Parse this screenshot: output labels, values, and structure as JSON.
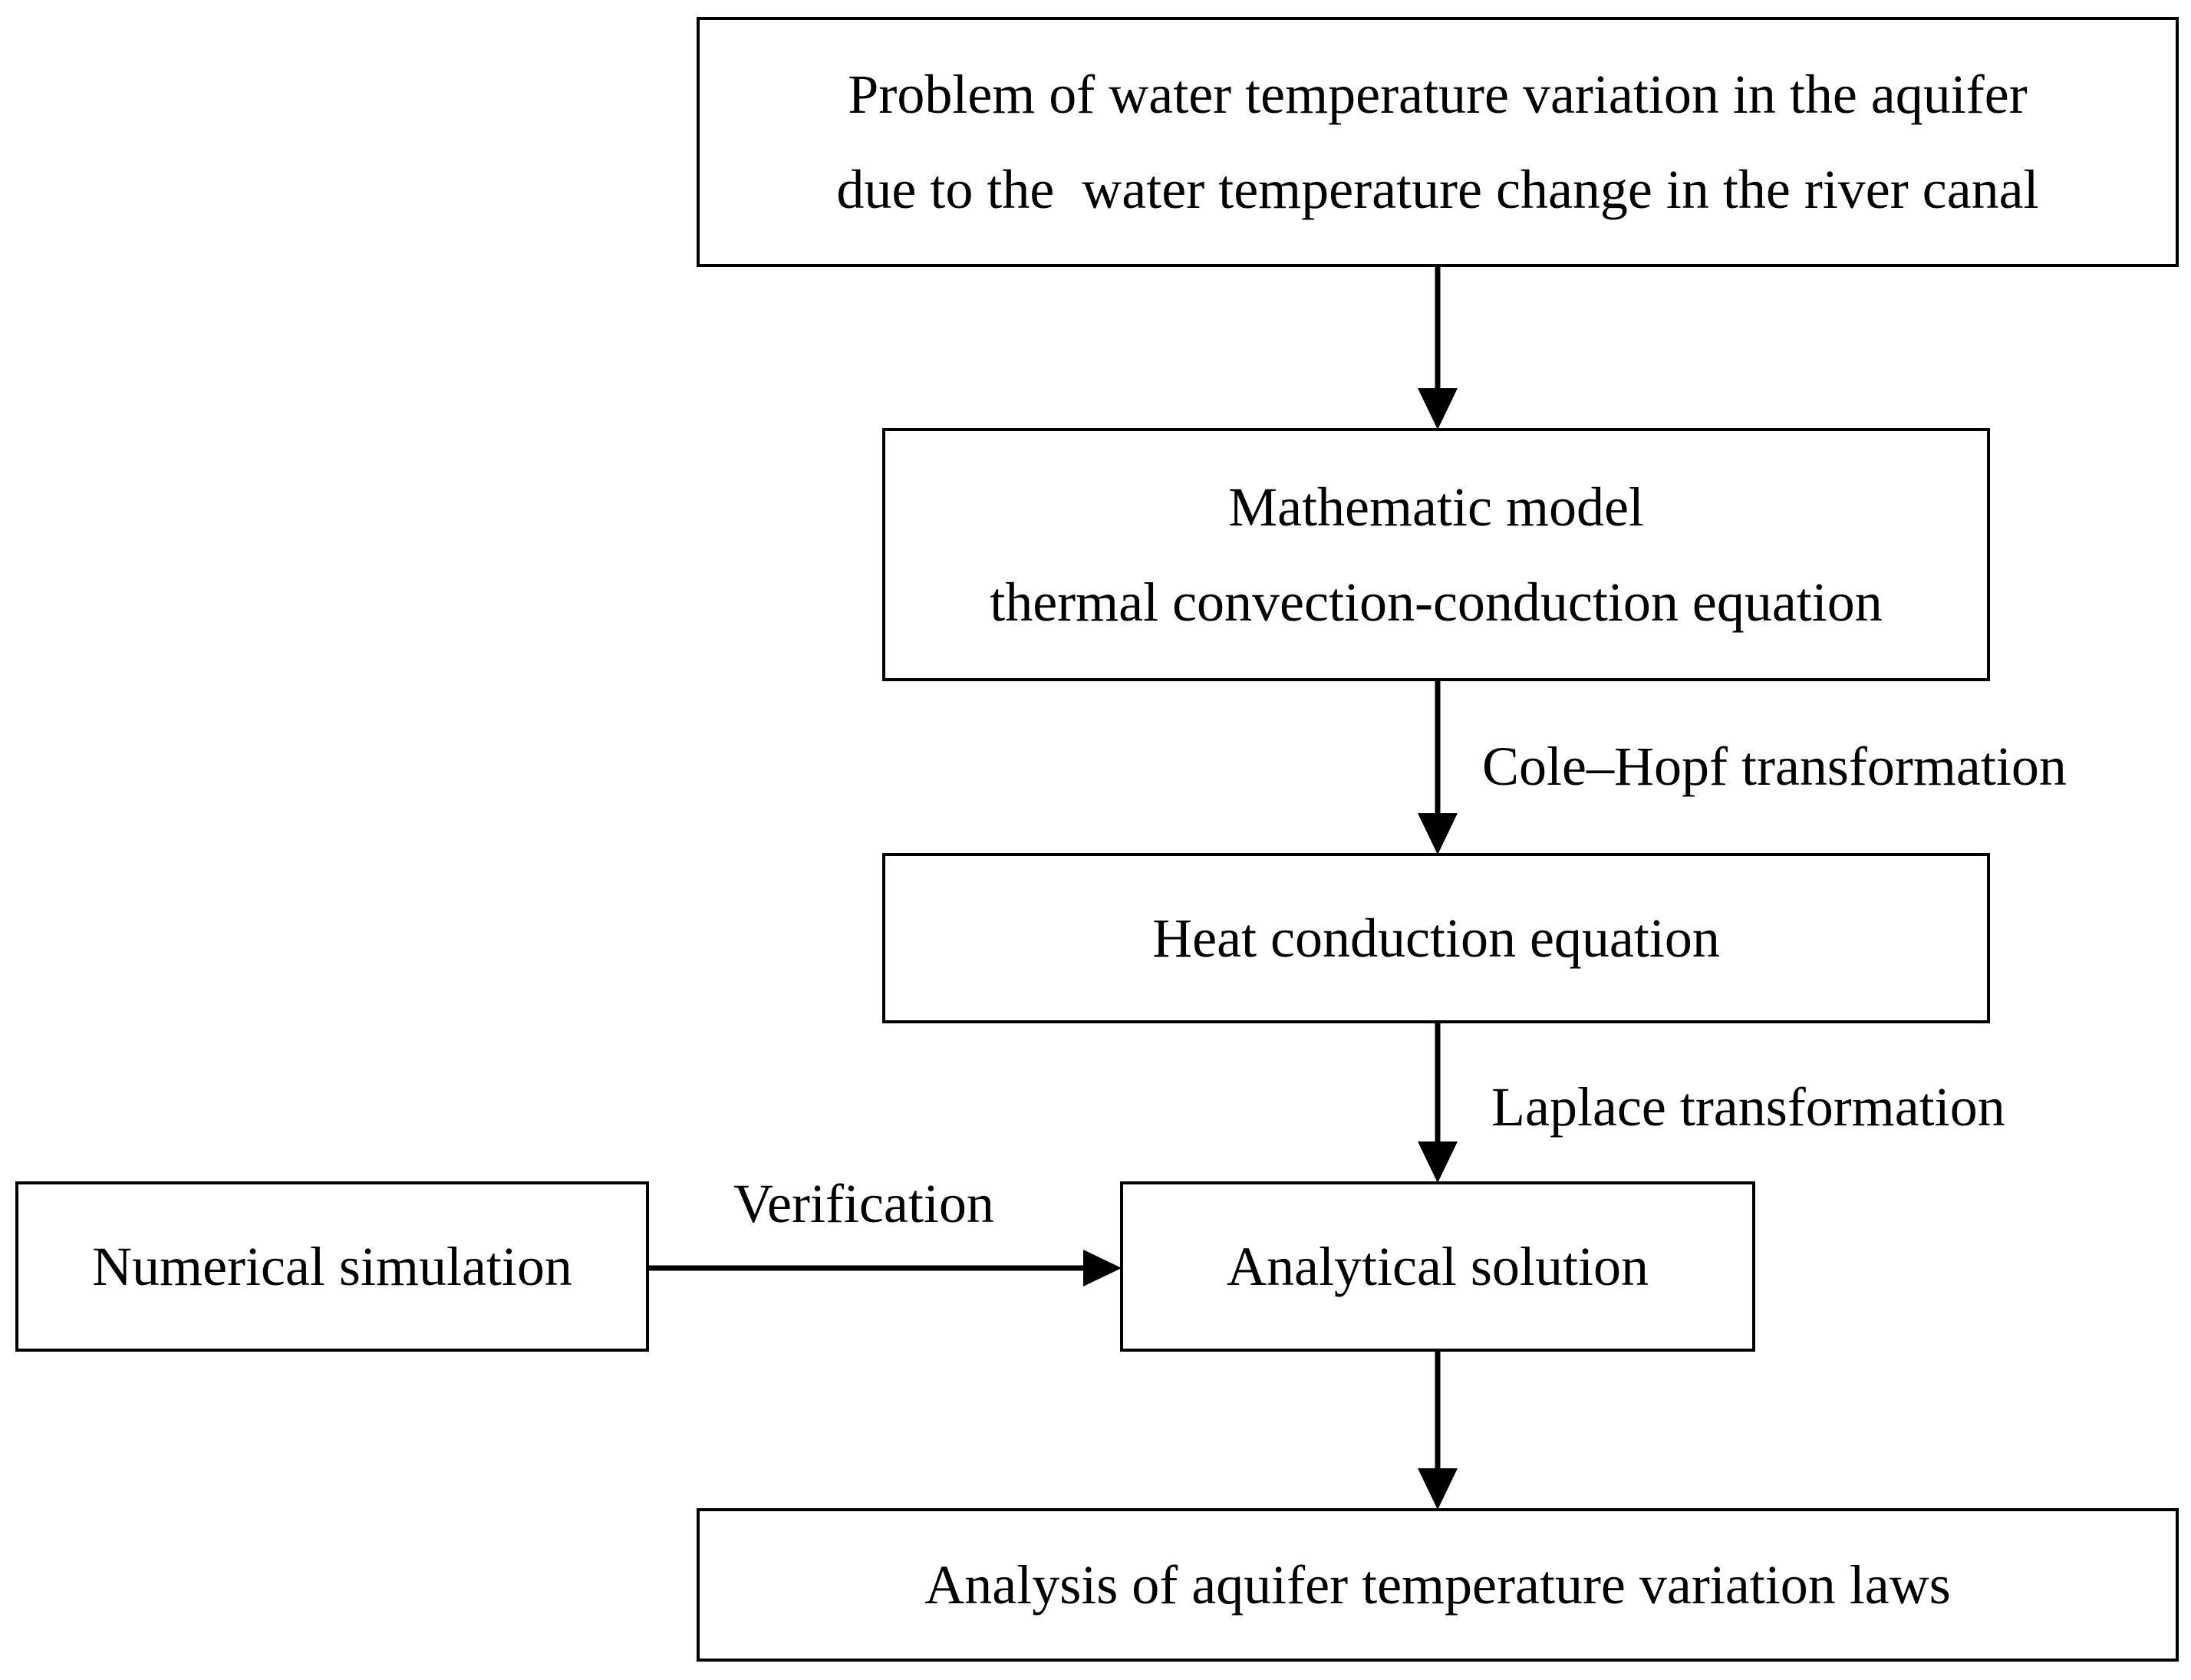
{
  "nodes": {
    "problem": {
      "lines": [
        "Problem of water temperature variation in the aquifer",
        "due to the  water temperature change in the river canal"
      ]
    },
    "model": {
      "lines": [
        "Mathematic model",
        "thermal convection-conduction equation"
      ]
    },
    "heat": {
      "lines": [
        "Heat conduction equation"
      ]
    },
    "analytical": {
      "lines": [
        "Analytical solution"
      ]
    },
    "numerical": {
      "lines": [
        "Numerical simulation"
      ]
    },
    "analysis": {
      "lines": [
        "Analysis of aquifer temperature variation laws"
      ]
    }
  },
  "edges": {
    "cole_hopf": {
      "label": "Cole–Hopf transformation"
    },
    "laplace": {
      "label": "Laplace transformation"
    },
    "verification": {
      "label": "Verification"
    }
  }
}
